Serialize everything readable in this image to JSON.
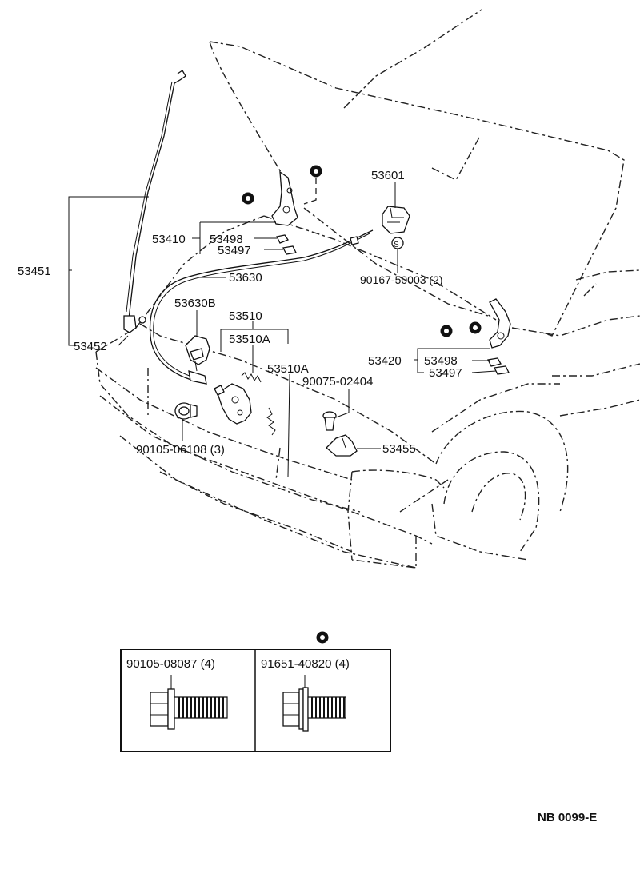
{
  "labels": {
    "p53451": "53451",
    "p53452": "53452",
    "p53410": "53410",
    "p53498a": "53498",
    "p53497a": "53497",
    "p53630": "53630",
    "p53630b": "53630B",
    "p53510": "53510",
    "p53510a1": "53510A",
    "p53510a2": "53510A",
    "p53601": "53601",
    "p90167": "90167-50003 (2)",
    "p53420": "53420",
    "p53498b": "53498",
    "p53497b": "53497",
    "p90075": "90075-02404",
    "p53455": "53455",
    "p90105a": "90105-06108 (3)",
    "s_symbol": "S"
  },
  "inset": {
    "left_label": "90105-08087 (4)",
    "right_label": "91651-40820 (4)"
  },
  "footer_code": "NB 0099-E"
}
